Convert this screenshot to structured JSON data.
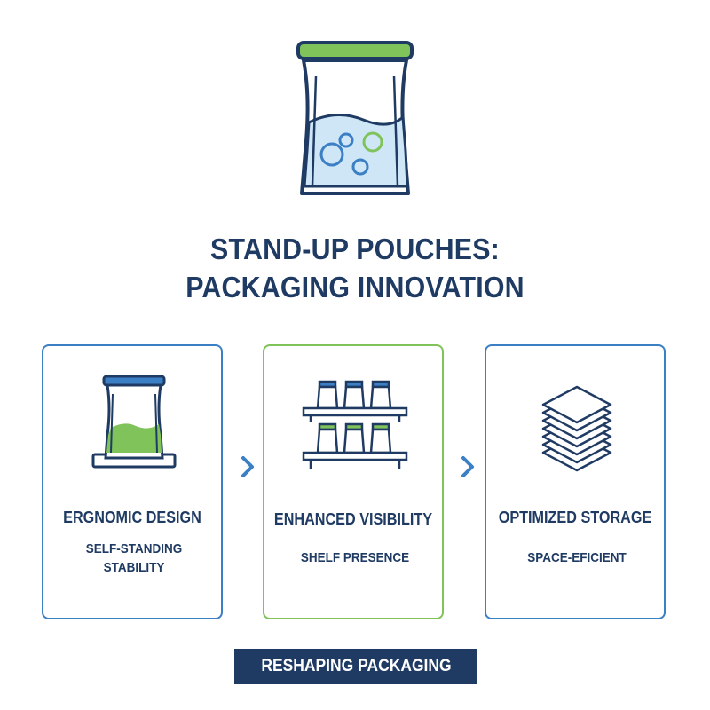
{
  "title": {
    "line1": "STAND-UP POUCHES:",
    "line2": "PACKAGING INNOVATION"
  },
  "hero_icon": "stand-up-pouch-with-liquid-icon",
  "cards": [
    {
      "icon": "pouch-on-stand-icon",
      "title": "ERGNOMIC DESIGN",
      "subtitle_line1": "SELF-STANDING",
      "subtitle_line2": "STABILITY",
      "border_color": "#3b7fc4"
    },
    {
      "icon": "store-shelf-icon",
      "title": "ENHANCED VISIBILITY",
      "subtitle_line1": "SHELF PRESENCE",
      "border_color": "#7fc35a"
    },
    {
      "icon": "stacked-pouches-icon",
      "title": "OPTIMIZED STORAGE",
      "subtitle_line1": "SPACE-EFICIENT",
      "border_color": "#3b7fc4"
    }
  ],
  "arrows": [
    "chevron-right-icon",
    "chevron-right-icon"
  ],
  "footer": {
    "label": "RESHAPING PACKAGING"
  },
  "colors": {
    "navy": "#1f3b63",
    "blue": "#3b7fc4",
    "green": "#7fc35a",
    "light_blue": "#cfe6f7"
  }
}
